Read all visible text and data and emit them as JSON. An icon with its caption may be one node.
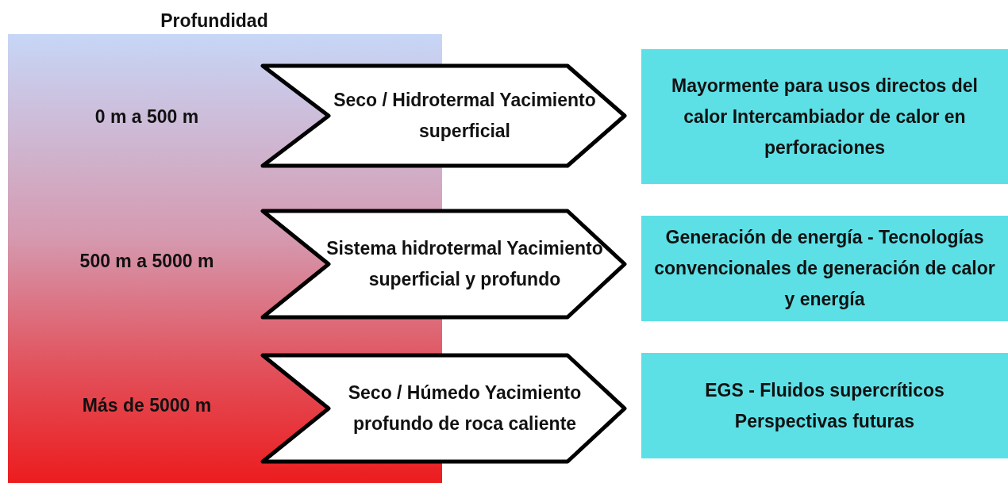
{
  "diagram": {
    "nodes": [
      {
        "text": [
          "Profundidad",
          "0 m a 500 m",
          "500 m a 5000 m",
          "Más de 5000 m"
        ]
      },
      {
        "text": [
          "Seco / Hidrotermal Yacimiento superficial"
        ]
      },
      {
        "text": [
          "Sistema hidrotermal Yacimiento superficial y profundo"
        ]
      },
      {
        "text": [
          "Seco / Húmedo Yacimiento profundo de roca caliente"
        ]
      },
      {
        "text": [
          "Mayormente para usos directos del calor Intercambiador de calor en perforaciones"
        ]
      },
      {
        "text": [
          "Generación de energía - Tecnologías convencionales de generación de calor y energía"
        ]
      },
      {
        "text": [
          "EGS - Fluidos supercríticos Perspectivas futuras"
        ]
      }
    ]
  }
}
